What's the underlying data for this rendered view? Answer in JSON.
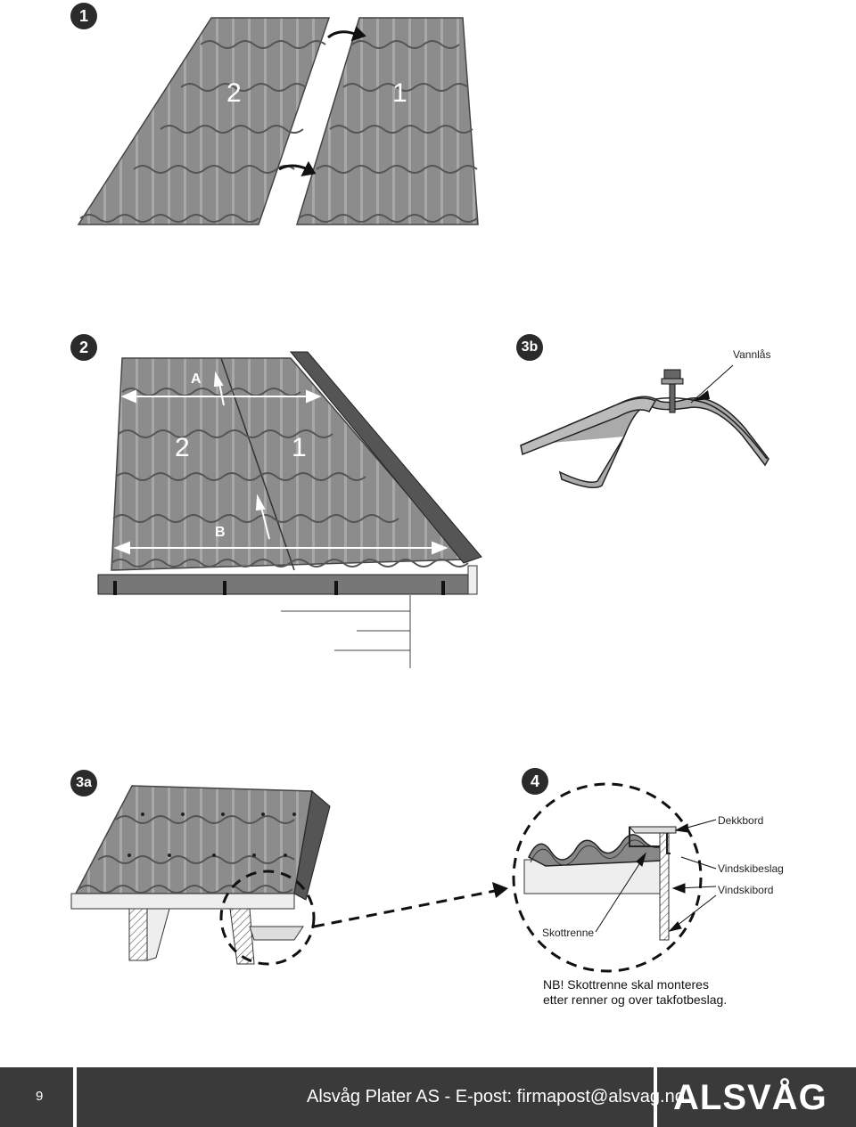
{
  "steps": {
    "s1": "1",
    "s2": "2",
    "s3b": "3b",
    "s3a": "3a",
    "s4": "4"
  },
  "fig1": {
    "sheet_left": "2",
    "sheet_right": "1"
  },
  "fig2": {
    "sheet_left": "2",
    "sheet_right": "1",
    "top_letter": "A",
    "bottom_letter": "B"
  },
  "fig3b": {
    "callout": "Vannlås"
  },
  "fig4": {
    "dekkbord": "Dekkbord",
    "vindskibeslag": "Vindskibeslag",
    "vindskibord": "Vindskibord",
    "skottrenne": "Skottrenne"
  },
  "note": {
    "line1": "NB! Skottrenne skal monteres",
    "line2": "etter renner og over takfotbeslag."
  },
  "footer": {
    "page_number": "9",
    "contact": "Alsvåg Plater AS - E-post: firmapost@alsvag.no",
    "logo": "ALSVÅG"
  },
  "colors": {
    "sheet": "#8a8a8a",
    "dark": "#2b2b2b",
    "footer_bg": "#3a3a3a"
  }
}
